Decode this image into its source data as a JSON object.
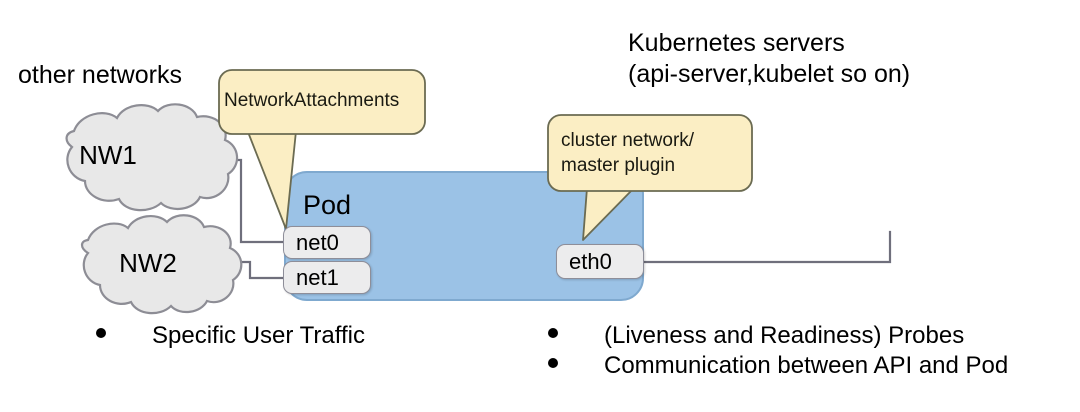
{
  "diagram": {
    "title_free_labels": {
      "other_networks": "other networks",
      "k8s_servers_line1": "Kubernetes servers",
      "k8s_servers_line2": "(api-server,kubelet so on)"
    },
    "clouds": [
      {
        "id": "nw1",
        "label": "NW1"
      },
      {
        "id": "nw2",
        "label": "NW2"
      }
    ],
    "pod": {
      "label": "Pod",
      "fill_color": "#9bc2e6",
      "border_color": "#7fa9cf"
    },
    "interfaces": [
      {
        "id": "net0",
        "label": "net0"
      },
      {
        "id": "net1",
        "label": "net1"
      },
      {
        "id": "eth0",
        "label": "eth0"
      }
    ],
    "callouts": [
      {
        "id": "network-attachments",
        "line1": "NetworkAttachments",
        "line2": "",
        "fill_color": "#fbeec4",
        "border_color": "#6b6b52"
      },
      {
        "id": "cluster-network",
        "line1": "cluster network/",
        "line2": "master plugin",
        "fill_color": "#fbeec4",
        "border_color": "#6b6b52"
      }
    ],
    "bullets": {
      "left": [
        "Specific User Traffic"
      ],
      "right": [
        "(Liveness and Readiness) Probes",
        "Communication between API and Pod"
      ]
    },
    "colors": {
      "cloud_fill": "#e8e8e8",
      "cloud_stroke": "#8d8d95",
      "connector_stroke": "#6f6f7c",
      "iface_fill": "#ececed",
      "iface_stroke": "#8e8e99",
      "background": "#ffffff"
    }
  }
}
